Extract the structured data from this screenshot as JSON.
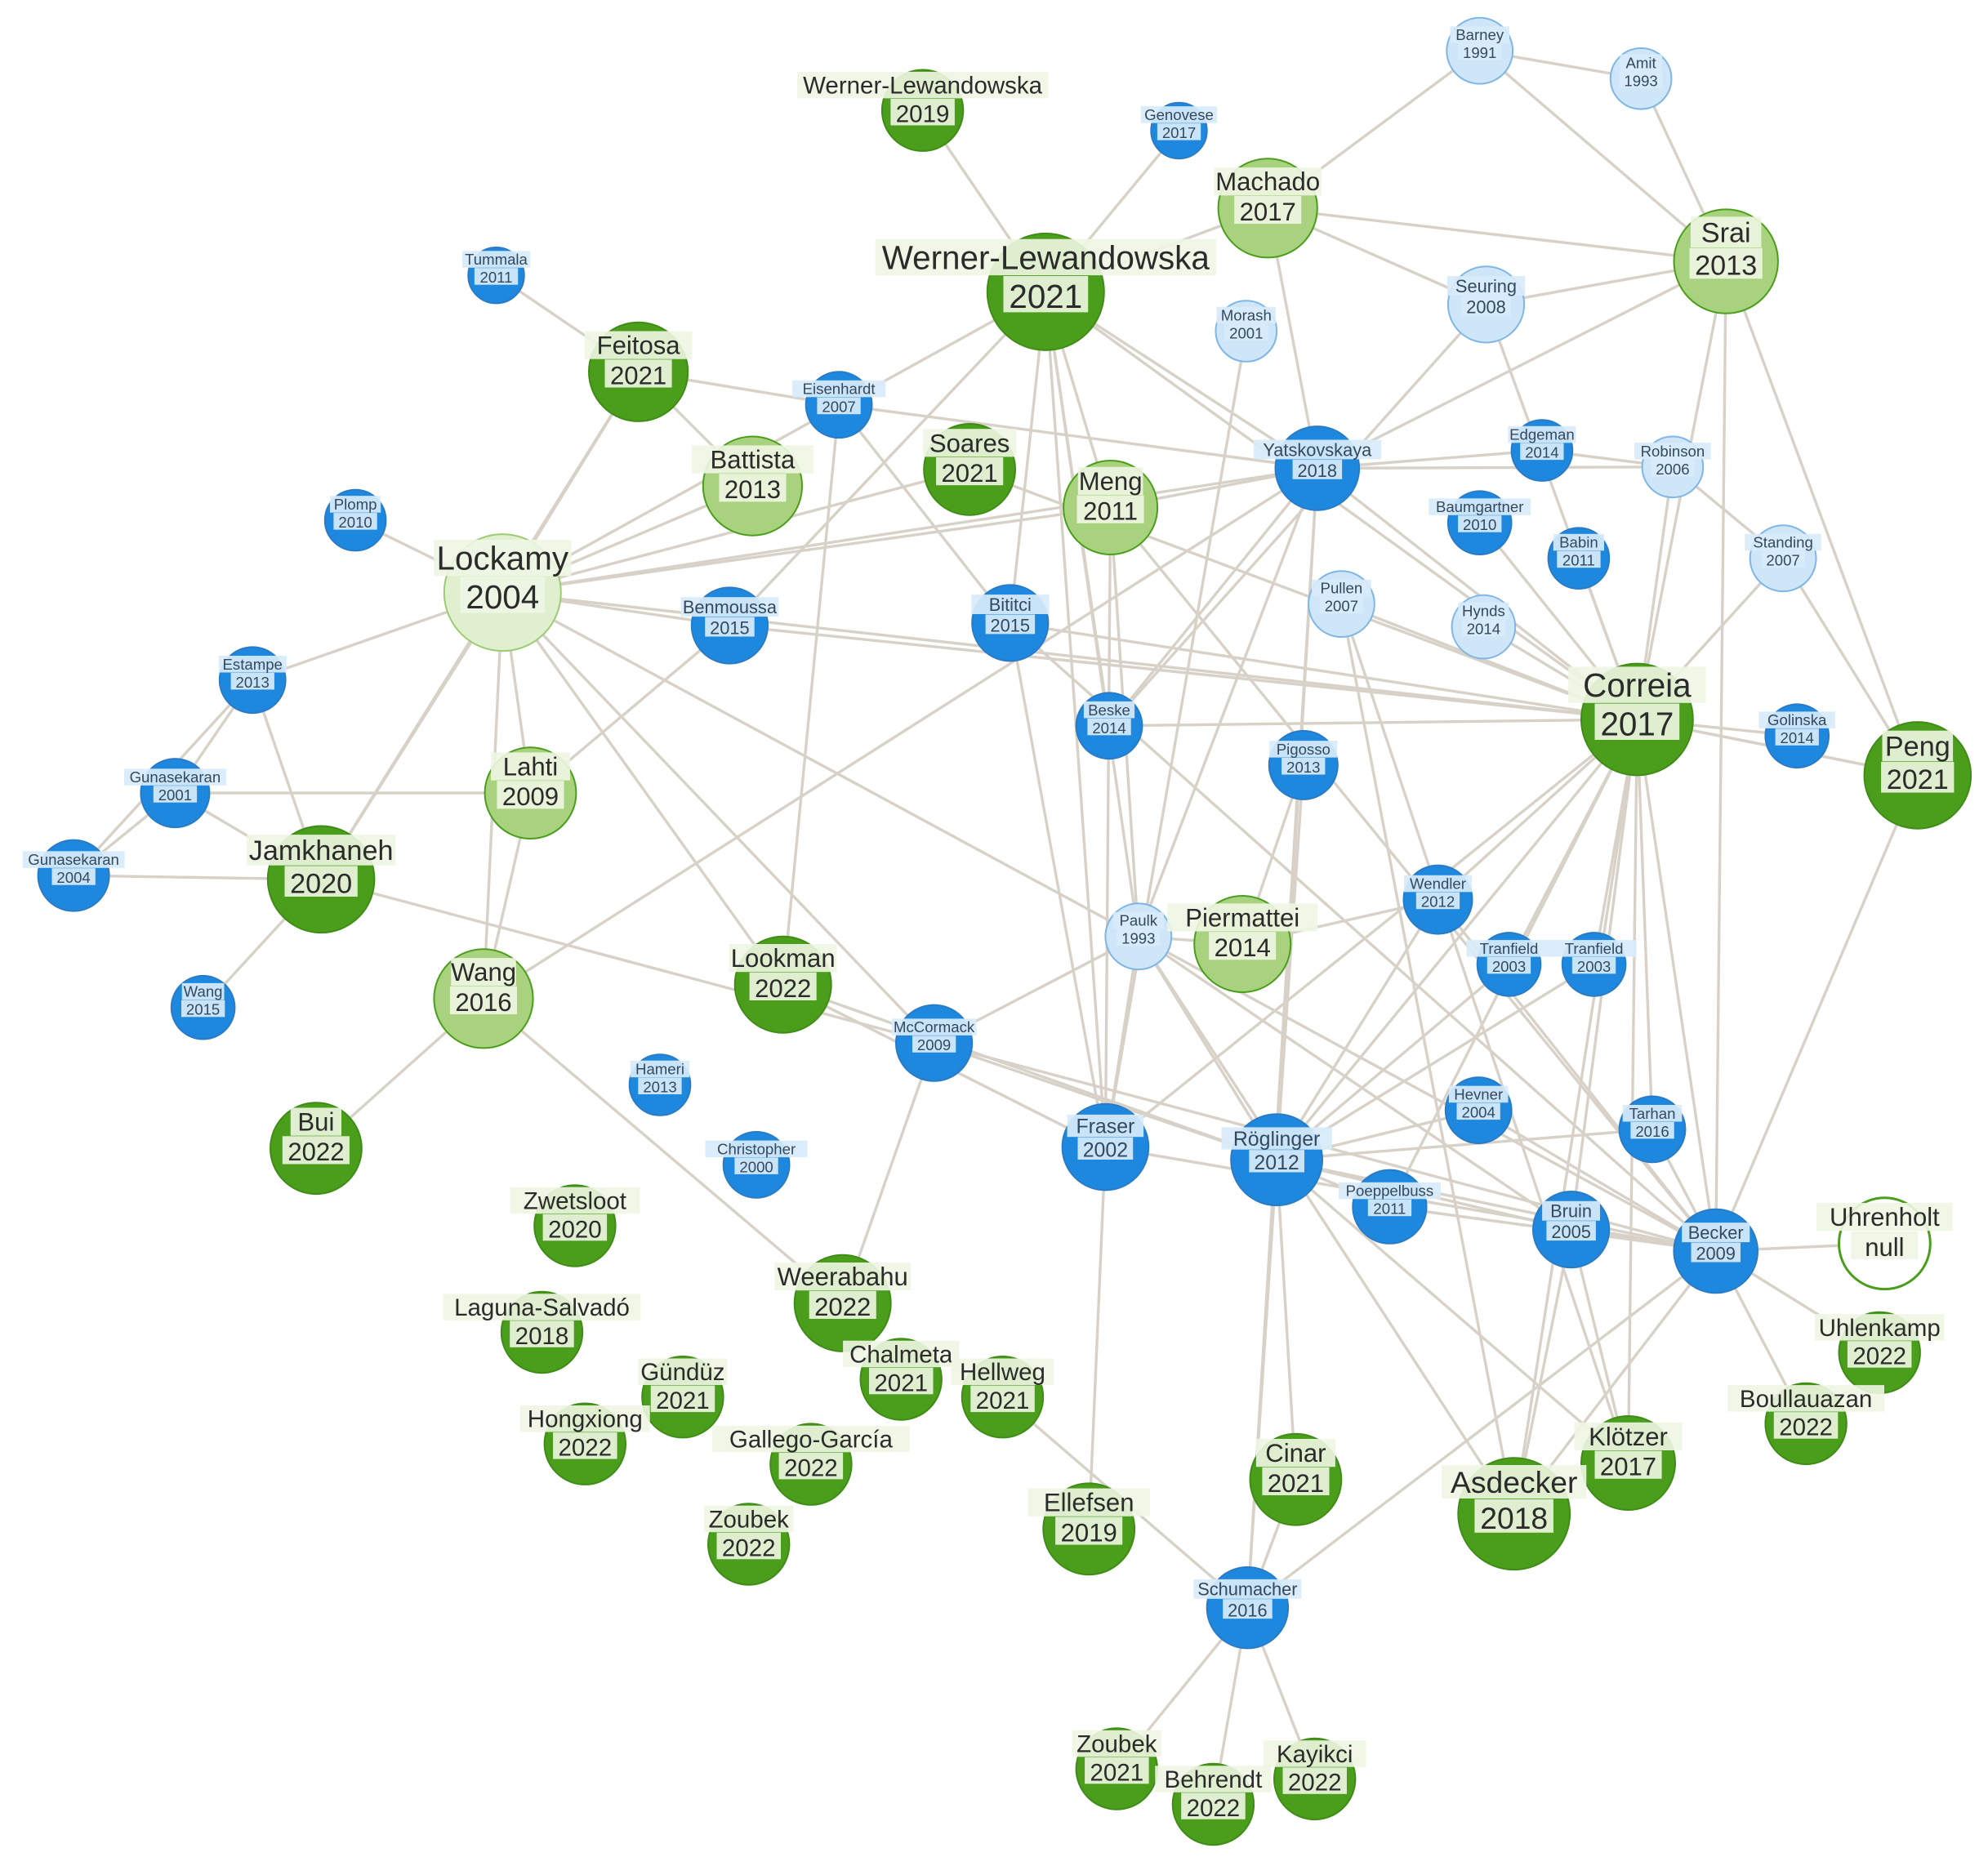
{
  "colors": {
    "edge": "#d8d1c8",
    "blue_light": "#cfe6f9",
    "blue_dark": "#1e88df",
    "green_dark": "#4a9e1c",
    "green_light": "#a9d27e",
    "green_pale": "#e0f0cf",
    "outline_green": "#4a9e1c"
  },
  "nodes": [
    {
      "id": "werner2019",
      "name": "Werner-Lewandowska",
      "year": "2019",
      "color": "green"
    },
    {
      "id": "genovese2017",
      "name": "Genovese",
      "year": "2017",
      "color": "blue"
    },
    {
      "id": "barney1991",
      "name": "Barney",
      "year": "1991",
      "color": "blue-light"
    },
    {
      "id": "amit1993",
      "name": "Amit",
      "year": "1993",
      "color": "blue-light"
    },
    {
      "id": "machado2017",
      "name": "Machado",
      "year": "2017",
      "color": "green-light"
    },
    {
      "id": "srai2013",
      "name": "Srai",
      "year": "2013",
      "color": "green-light"
    },
    {
      "id": "werner2021",
      "name": "Werner-Lewandowska",
      "year": "2021",
      "color": "green"
    },
    {
      "id": "tummala2011",
      "name": "Tummala",
      "year": "2011",
      "color": "blue"
    },
    {
      "id": "seuring2008",
      "name": "Seuring",
      "year": "2008",
      "color": "blue-light"
    },
    {
      "id": "morash2001",
      "name": "Morash",
      "year": "2001",
      "color": "blue-light"
    },
    {
      "id": "feitosa2021",
      "name": "Feitosa",
      "year": "2021",
      "color": "green"
    },
    {
      "id": "eisenhardt2007",
      "name": "Eisenhardt",
      "year": "2007",
      "color": "blue"
    },
    {
      "id": "battista2013",
      "name": "Battista",
      "year": "2013",
      "color": "green-light"
    },
    {
      "id": "soares2021",
      "name": "Soares",
      "year": "2021",
      "color": "green"
    },
    {
      "id": "meng2011",
      "name": "Meng",
      "year": "2011",
      "color": "green-light"
    },
    {
      "id": "yatskovskaya2018",
      "name": "Yatskovskaya",
      "year": "2018",
      "color": "blue"
    },
    {
      "id": "edgeman2014",
      "name": "Edgeman",
      "year": "2014",
      "color": "blue"
    },
    {
      "id": "robinson2006",
      "name": "Robinson",
      "year": "2006",
      "color": "blue-light"
    },
    {
      "id": "plomp2010",
      "name": "Plomp",
      "year": "2010",
      "color": "blue"
    },
    {
      "id": "baumgartner2010",
      "name": "Baumgartner",
      "year": "2010",
      "color": "blue"
    },
    {
      "id": "babin2011",
      "name": "Babin",
      "year": "2011",
      "color": "blue"
    },
    {
      "id": "standing2007",
      "name": "Standing",
      "year": "2007",
      "color": "blue-light"
    },
    {
      "id": "lockamy2004",
      "name": "Lockamy",
      "year": "2004",
      "color": "green-pale"
    },
    {
      "id": "pullen2007",
      "name": "Pullen",
      "year": "2007",
      "color": "blue-light"
    },
    {
      "id": "hynds2014",
      "name": "Hynds",
      "year": "2014",
      "color": "blue-light"
    },
    {
      "id": "benmoussa2015",
      "name": "Benmoussa",
      "year": "2015",
      "color": "blue"
    },
    {
      "id": "bititci2015",
      "name": "Bititci",
      "year": "2015",
      "color": "blue"
    },
    {
      "id": "correia2017",
      "name": "Correia",
      "year": "2017",
      "color": "green"
    },
    {
      "id": "estampe2013",
      "name": "Estampe",
      "year": "2013",
      "color": "blue"
    },
    {
      "id": "beske2014",
      "name": "Beske",
      "year": "2014",
      "color": "blue"
    },
    {
      "id": "golinska2014",
      "name": "Golinska",
      "year": "2014",
      "color": "blue"
    },
    {
      "id": "peng2021",
      "name": "Peng",
      "year": "2021",
      "color": "green"
    },
    {
      "id": "pigosso2013",
      "name": "Pigosso",
      "year": "2013",
      "color": "blue"
    },
    {
      "id": "gunasekaran2001",
      "name": "Gunasekaran",
      "year": "2001",
      "color": "blue"
    },
    {
      "id": "lahti2009",
      "name": "Lahti",
      "year": "2009",
      "color": "green-light"
    },
    {
      "id": "jamkhaneh2020",
      "name": "Jamkhaneh",
      "year": "2020",
      "color": "green"
    },
    {
      "id": "gunasekaran2004",
      "name": "Gunasekaran",
      "year": "2004",
      "color": "blue"
    },
    {
      "id": "wendler2012",
      "name": "Wendler",
      "year": "2012",
      "color": "blue"
    },
    {
      "id": "paulk1993",
      "name": "Paulk",
      "year": "1993",
      "color": "blue-light"
    },
    {
      "id": "piermattei2014",
      "name": "Piermattei",
      "year": "2014",
      "color": "green-light"
    },
    {
      "id": "tranfield2003a",
      "name": "Tranfield",
      "year": "2003",
      "color": "blue"
    },
    {
      "id": "tranfield2003b",
      "name": "Tranfield",
      "year": "2003",
      "color": "blue"
    },
    {
      "id": "wang2015",
      "name": "Wang",
      "year": "2015",
      "color": "blue"
    },
    {
      "id": "wang2016",
      "name": "Wang",
      "year": "2016",
      "color": "green-light"
    },
    {
      "id": "lookman2022",
      "name": "Lookman",
      "year": "2022",
      "color": "green"
    },
    {
      "id": "mccormack2009",
      "name": "McCormack",
      "year": "2009",
      "color": "blue"
    },
    {
      "id": "hameri2013",
      "name": "Hameri",
      "year": "2013",
      "color": "blue"
    },
    {
      "id": "hevner2004",
      "name": "Hevner",
      "year": "2004",
      "color": "blue"
    },
    {
      "id": "tarhan2016",
      "name": "Tarhan",
      "year": "2016",
      "color": "blue"
    },
    {
      "id": "bui2022",
      "name": "Bui",
      "year": "2022",
      "color": "green"
    },
    {
      "id": "fraser2002",
      "name": "Fraser",
      "year": "2002",
      "color": "blue"
    },
    {
      "id": "roglinger2012",
      "name": "Röglinger",
      "year": "2012",
      "color": "blue"
    },
    {
      "id": "christopher2000",
      "name": "Christopher",
      "year": "2000",
      "color": "blue"
    },
    {
      "id": "poeppelbuss2011",
      "name": "Poeppelbuss",
      "year": "2011",
      "color": "blue"
    },
    {
      "id": "bruin2005",
      "name": "Bruin",
      "year": "2005",
      "color": "blue"
    },
    {
      "id": "becker2009",
      "name": "Becker",
      "year": "2009",
      "color": "blue"
    },
    {
      "id": "uhrenholt",
      "name": "Uhrenholt",
      "year": "null",
      "color": "outline"
    },
    {
      "id": "zwetsloot2020",
      "name": "Zwetsloot",
      "year": "2020",
      "color": "green"
    },
    {
      "id": "weerabahu2022",
      "name": "Weerabahu",
      "year": "2022",
      "color": "green"
    },
    {
      "id": "laguna2018",
      "name": "Laguna-Salvadó",
      "year": "2018",
      "color": "green"
    },
    {
      "id": "uhlenkamp2022",
      "name": "Uhlenkamp",
      "year": "2022",
      "color": "green"
    },
    {
      "id": "chalmeta2021",
      "name": "Chalmeta",
      "year": "2021",
      "color": "green"
    },
    {
      "id": "hellweg2021",
      "name": "Hellweg",
      "year": "2021",
      "color": "green"
    },
    {
      "id": "gunduz2021",
      "name": "Gündüz",
      "year": "2021",
      "color": "green"
    },
    {
      "id": "boullauazan2022",
      "name": "Boullauazan",
      "year": "2022",
      "color": "green"
    },
    {
      "id": "hongxiong2022",
      "name": "Hongxiong",
      "year": "2022",
      "color": "green"
    },
    {
      "id": "gallego2022",
      "name": "Gallego-García",
      "year": "2022",
      "color": "green"
    },
    {
      "id": "klotzer2017",
      "name": "Klötzer",
      "year": "2017",
      "color": "green"
    },
    {
      "id": "cinar2021",
      "name": "Cinar",
      "year": "2021",
      "color": "green"
    },
    {
      "id": "asdecker2018",
      "name": "Asdecker",
      "year": "2018",
      "color": "green"
    },
    {
      "id": "ellefsen2019",
      "name": "Ellefsen",
      "year": "2019",
      "color": "green"
    },
    {
      "id": "zoubek2022a",
      "name": "Zoubek",
      "year": "2022",
      "color": "green"
    },
    {
      "id": "schumacher2016",
      "name": "Schumacher",
      "year": "2016",
      "color": "blue"
    },
    {
      "id": "zoubek2022b",
      "name": "Zoubek",
      "year": "2021",
      "color": "green"
    },
    {
      "id": "behrendt2022",
      "name": "Behrendt",
      "year": "2022",
      "color": "green"
    },
    {
      "id": "kayikci2022",
      "name": "Kayikci",
      "year": "2022",
      "color": "green"
    }
  ],
  "edges": [
    [
      "werner2019",
      "werner2021"
    ],
    [
      "genovese2017",
      "werner2021"
    ],
    [
      "barney1991",
      "amit1993"
    ],
    [
      "barney1991",
      "machado2017"
    ],
    [
      "barney1991",
      "srai2013"
    ],
    [
      "amit1993",
      "srai2013"
    ],
    [
      "machado2017",
      "werner2021"
    ],
    [
      "machado2017",
      "seuring2008"
    ],
    [
      "machado2017",
      "srai2013"
    ],
    [
      "machado2017",
      "yatskovskaya2018"
    ],
    [
      "srai2013",
      "seuring2008"
    ],
    [
      "srai2013",
      "yatskovskaya2018"
    ],
    [
      "srai2013",
      "correia2017"
    ],
    [
      "srai2013",
      "peng2021"
    ],
    [
      "werner2021",
      "lockamy2004"
    ],
    [
      "werner2021",
      "meng2011"
    ],
    [
      "werner2021",
      "yatskovskaya2018"
    ],
    [
      "werner2021",
      "correia2017"
    ],
    [
      "werner2021",
      "bititci2015"
    ],
    [
      "werner2021",
      "fraser2002"
    ],
    [
      "werner2021",
      "benmoussa2015"
    ],
    [
      "werner2021",
      "beske2014"
    ],
    [
      "werner2021",
      "paulk1993"
    ],
    [
      "tummala2011",
      "feitosa2021"
    ],
    [
      "seuring2008",
      "correia2017"
    ],
    [
      "seuring2008",
      "beske2014"
    ],
    [
      "morash2001",
      "fraser2002"
    ],
    [
      "feitosa2021",
      "lockamy2004"
    ],
    [
      "feitosa2021",
      "battista2013"
    ],
    [
      "feitosa2021",
      "eisenhardt2007"
    ],
    [
      "feitosa2021",
      "jamkhaneh2020"
    ],
    [
      "eisenhardt2007",
      "yatskovskaya2018"
    ],
    [
      "eisenhardt2007",
      "bititci2015"
    ],
    [
      "eisenhardt2007",
      "lookman2022"
    ],
    [
      "battista2013",
      "lockamy2004"
    ],
    [
      "soares2021",
      "lockamy2004"
    ],
    [
      "soares2021",
      "correia2017"
    ],
    [
      "meng2011",
      "lockamy2004"
    ],
    [
      "meng2011",
      "yatskovskaya2018"
    ],
    [
      "meng2011",
      "fraser2002"
    ],
    [
      "meng2011",
      "paulk1993"
    ],
    [
      "meng2011",
      "becker2009"
    ],
    [
      "yatskovskaya2018",
      "edgeman2014"
    ],
    [
      "yatskovskaya2018",
      "robinson2006"
    ],
    [
      "yatskovskaya2018",
      "lockamy2004"
    ],
    [
      "yatskovskaya2018",
      "correia2017"
    ],
    [
      "yatskovskaya2018",
      "roglinger2012"
    ],
    [
      "yatskovskaya2018",
      "paulk1993"
    ],
    [
      "yatskovskaya2018",
      "beske2014"
    ],
    [
      "edgeman2014",
      "robinson2006"
    ],
    [
      "robinson2006",
      "correia2017"
    ],
    [
      "robinson2006",
      "standing2007"
    ],
    [
      "standing2007",
      "correia2017"
    ],
    [
      "standing2007",
      "peng2021"
    ],
    [
      "baumgartner2010",
      "correia2017"
    ],
    [
      "babin2011",
      "correia2017"
    ],
    [
      "plomp2010",
      "lockamy2004"
    ],
    [
      "lockamy2004",
      "estampe2013"
    ],
    [
      "lockamy2004",
      "benmoussa2015"
    ],
    [
      "lockamy2004",
      "jamkhaneh2020"
    ],
    [
      "lockamy2004",
      "lahti2009"
    ],
    [
      "lockamy2004",
      "wang2016"
    ],
    [
      "lockamy2004",
      "mccormack2009"
    ],
    [
      "lockamy2004",
      "lookman2022"
    ],
    [
      "lockamy2004",
      "paulk1993"
    ],
    [
      "lockamy2004",
      "correia2017"
    ],
    [
      "pullen2007",
      "correia2017"
    ],
    [
      "pullen2007",
      "asdecker2018"
    ],
    [
      "pullen2007",
      "klotzer2017"
    ],
    [
      "hynds2014",
      "correia2017"
    ],
    [
      "benmoussa2015",
      "correia2017"
    ],
    [
      "bititci2015",
      "correia2017"
    ],
    [
      "bititci2015",
      "fraser2002"
    ],
    [
      "bititci2015",
      "becker2009"
    ],
    [
      "correia2017",
      "peng2021"
    ],
    [
      "correia2017",
      "golinska2014"
    ],
    [
      "correia2017",
      "beske2014"
    ],
    [
      "correia2017",
      "wendler2012"
    ],
    [
      "correia2017",
      "tranfield2003a"
    ],
    [
      "correia2017",
      "tranfield2003b"
    ],
    [
      "correia2017",
      "tarhan2016"
    ],
    [
      "correia2017",
      "becker2009"
    ],
    [
      "correia2017",
      "bruin2005"
    ],
    [
      "correia2017",
      "roglinger2012"
    ],
    [
      "correia2017",
      "klotzer2017"
    ],
    [
      "correia2017",
      "asdecker2018"
    ],
    [
      "correia2017",
      "fraser2002"
    ],
    [
      "correia2017",
      "poeppelbuss2011"
    ],
    [
      "estampe2013",
      "gunasekaran2001"
    ],
    [
      "estampe2013",
      "gunasekaran2004"
    ],
    [
      "estampe2013",
      "jamkhaneh2020"
    ],
    [
      "gunasekaran2001",
      "gunasekaran2004"
    ],
    [
      "gunasekaran2001",
      "lahti2009"
    ],
    [
      "gunasekaran2001",
      "jamkhaneh2020"
    ],
    [
      "gunasekaran2004",
      "jamkhaneh2020"
    ],
    [
      "lahti2009",
      "wang2016"
    ],
    [
      "lahti2009",
      "benmoussa2015"
    ],
    [
      "jamkhaneh2020",
      "wang2015"
    ],
    [
      "jamkhaneh2020",
      "mccormack2009"
    ],
    [
      "jamkhaneh2020",
      "lockamy2004"
    ],
    [
      "wang2016",
      "bui2022"
    ],
    [
      "wang2016",
      "weerabahu2022"
    ],
    [
      "wang2016",
      "yatskovskaya2018"
    ],
    [
      "lookman2022",
      "fraser2002"
    ],
    [
      "lookman2022",
      "roglinger2012"
    ],
    [
      "mccormack2009",
      "roglinger2012"
    ],
    [
      "mccormack2009",
      "weerabahu2022"
    ],
    [
      "mccormack2009",
      "paulk1993"
    ],
    [
      "mccormack2009",
      "becker2009"
    ],
    [
      "paulk1993",
      "piermattei2014"
    ],
    [
      "paulk1993",
      "fraser2002"
    ],
    [
      "paulk1993",
      "becker2009"
    ],
    [
      "paulk1993",
      "bruin2005"
    ],
    [
      "paulk1993",
      "roglinger2012"
    ],
    [
      "paulk1993",
      "asdecker2018"
    ],
    [
      "piermattei2014",
      "wendler2012"
    ],
    [
      "piermattei2014",
      "pigosso2013"
    ],
    [
      "pigosso2013",
      "roglinger2012"
    ],
    [
      "wendler2012",
      "becker2009"
    ],
    [
      "wendler2012",
      "roglinger2012"
    ],
    [
      "tranfield2003a",
      "roglinger2012"
    ],
    [
      "tranfield2003b",
      "roglinger2012"
    ],
    [
      "hevner2004",
      "roglinger2012"
    ],
    [
      "hevner2004",
      "becker2009"
    ],
    [
      "tarhan2016",
      "roglinger2012"
    ],
    [
      "tarhan2016",
      "becker2009"
    ],
    [
      "fraser2002",
      "ellefsen2019"
    ],
    [
      "fraser2002",
      "becker2009"
    ],
    [
      "roglinger2012",
      "poeppelbuss2011"
    ],
    [
      "roglinger2012",
      "bruin2005"
    ],
    [
      "roglinger2012",
      "becker2009"
    ],
    [
      "roglinger2012",
      "schumacher2016"
    ],
    [
      "roglinger2012",
      "cinar2021"
    ],
    [
      "roglinger2012",
      "klotzer2017"
    ],
    [
      "poeppelbuss2011",
      "becker2009"
    ],
    [
      "bruin2005",
      "becker2009"
    ],
    [
      "bruin2005",
      "asdecker2018"
    ],
    [
      "becker2009",
      "uhrenholt"
    ],
    [
      "becker2009",
      "uhlenkamp2022"
    ],
    [
      "becker2009",
      "boullauazan2022"
    ],
    [
      "becker2009",
      "schumacher2016"
    ],
    [
      "becker2009",
      "peng2021"
    ],
    [
      "becker2009",
      "srai2013"
    ],
    [
      "hellweg2021",
      "schumacher2016"
    ],
    [
      "schumacher2016",
      "zoubek2022b"
    ],
    [
      "schumacher2016",
      "behrendt2022"
    ],
    [
      "schumacher2016",
      "kayikci2022"
    ],
    [
      "schumacher2016",
      "cinar2021"
    ],
    [
      "schumacher2016",
      "yatskovskaya2018"
    ],
    [
      "klotzer2017",
      "bruin2005"
    ],
    [
      "asdecker2018",
      "becker2009"
    ],
    [
      "peng2021",
      "correia2017"
    ]
  ]
}
